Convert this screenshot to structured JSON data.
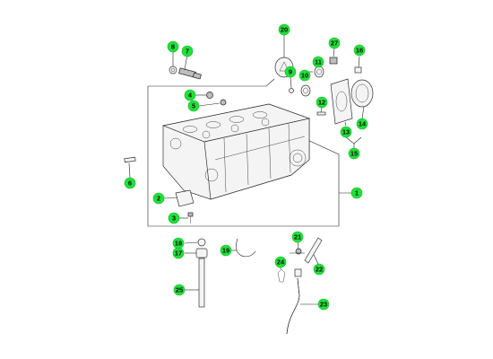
{
  "diagram": {
    "callouts": [
      {
        "id": "c1",
        "label": "1"
      },
      {
        "id": "c2",
        "label": "2"
      },
      {
        "id": "c3",
        "label": "3"
      },
      {
        "id": "c4",
        "label": "4"
      },
      {
        "id": "c5",
        "label": "5"
      },
      {
        "id": "c6",
        "label": "6"
      },
      {
        "id": "c7",
        "label": "7"
      },
      {
        "id": "c8",
        "label": "8"
      },
      {
        "id": "c9",
        "label": "9"
      },
      {
        "id": "c10",
        "label": "10"
      },
      {
        "id": "c11",
        "label": "11"
      },
      {
        "id": "c12",
        "label": "12"
      },
      {
        "id": "c13",
        "label": "13"
      },
      {
        "id": "c14",
        "label": "14"
      },
      {
        "id": "c15",
        "label": "15"
      },
      {
        "id": "c16",
        "label": "16"
      },
      {
        "id": "c17",
        "label": "17"
      },
      {
        "id": "c18",
        "label": "18"
      },
      {
        "id": "c19",
        "label": "19"
      },
      {
        "id": "c20",
        "label": "20"
      },
      {
        "id": "c21",
        "label": "21"
      },
      {
        "id": "c22",
        "label": "22"
      },
      {
        "id": "c23",
        "label": "23"
      },
      {
        "id": "c24",
        "label": "24"
      },
      {
        "id": "c25",
        "label": "25"
      },
      {
        "id": "c27",
        "label": "27"
      }
    ],
    "colors": {
      "callout_fill": "#22e03a",
      "line": "#222222",
      "background": "#ffffff"
    }
  }
}
